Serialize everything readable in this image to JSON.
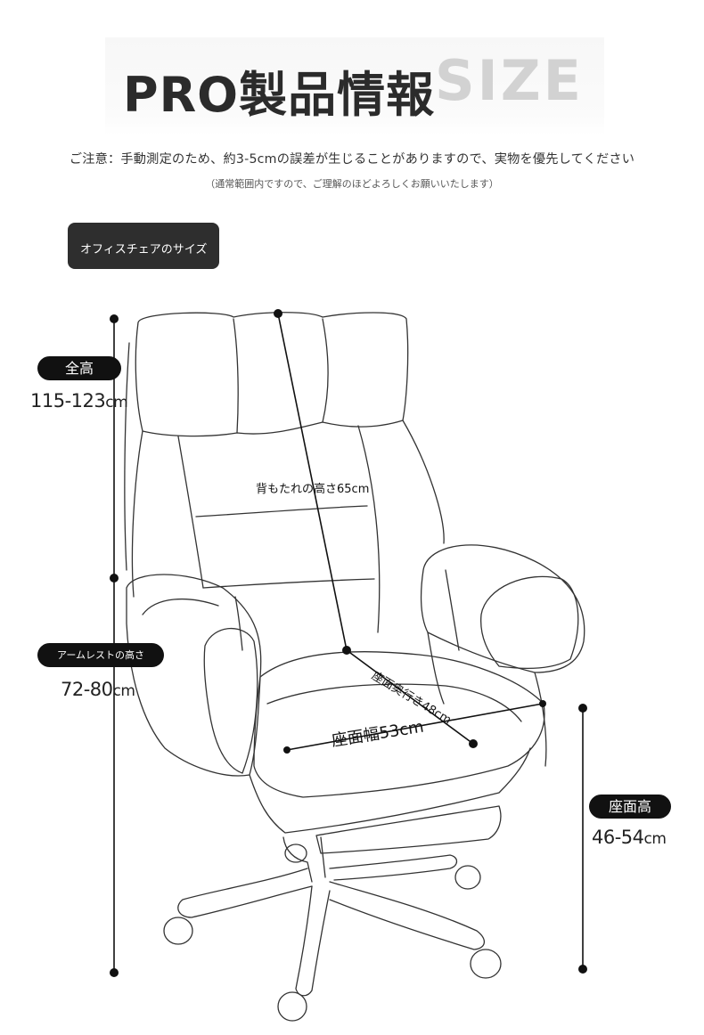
{
  "header": {
    "title": "PRO製品情報",
    "ghost_title": "SIZE"
  },
  "notice": {
    "main": "ご注意：手動測定のため、約3-5cmの誤差が生じることがありますので、実物を優先してください",
    "sub": "（通常範囲内ですので、ご理解のほどよろしくお願いいたします）"
  },
  "size_tab": {
    "label": "オフィスチェアのサイズ"
  },
  "dimensions": {
    "total_height": {
      "label": "全高",
      "value": "115-123",
      "unit": "cm"
    },
    "armrest_height": {
      "label": "アームレストの高さ",
      "value": "72-80",
      "unit": "cm"
    },
    "seat_height": {
      "label": "座面高",
      "value": "46-54",
      "unit": "cm"
    },
    "back_height": {
      "label": "背もたれの高さ65cm"
    },
    "seat_depth": {
      "label": "座面奥行き48cm"
    },
    "seat_width": {
      "label": "座面幅53cm"
    }
  },
  "colors": {
    "line": "#333333",
    "pill_bg": "#111111",
    "tab_bg": "#2e2e2e"
  }
}
